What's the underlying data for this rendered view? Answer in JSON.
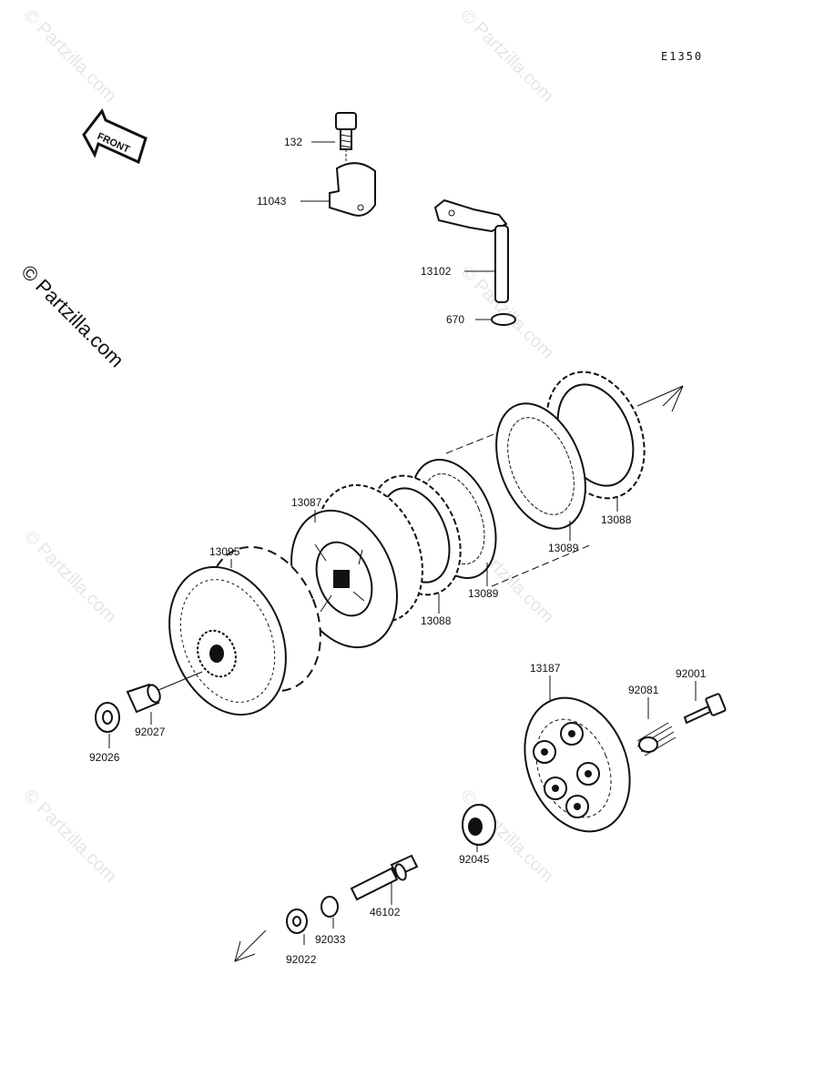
{
  "diagram": {
    "code": "E1350",
    "front_label": "FRONT",
    "watermark_text": "© Partzilla.com",
    "parts": {
      "p132": "132",
      "p11043": "11043",
      "p13102": "13102",
      "p670": "670",
      "p13087": "13087",
      "p13095": "13095",
      "p13088a": "13088",
      "p13088b": "13088",
      "p13089a": "13089",
      "p13089b": "13089",
      "p13187": "13187",
      "p92001": "92001",
      "p92081": "92081",
      "p92027": "92027",
      "p92026": "92026",
      "p92045": "92045",
      "p46102": "46102",
      "p92033": "92033",
      "p92022": "92022"
    }
  }
}
